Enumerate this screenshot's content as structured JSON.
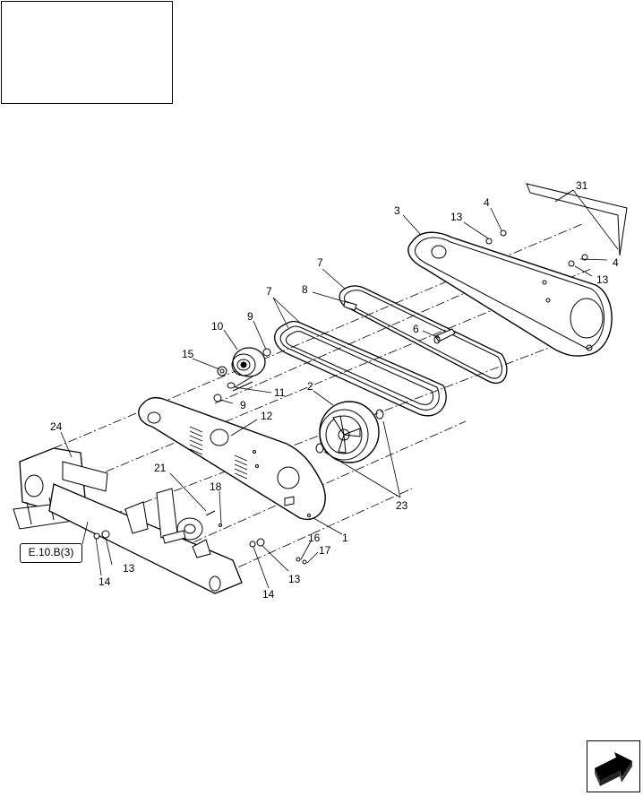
{
  "reference_tag": "E.10.B(3)",
  "callouts": {
    "c31": "31",
    "c3": "3",
    "c4a": "4",
    "c13a": "13",
    "c4b": "4",
    "c13b": "13",
    "c7a": "7",
    "c8": "8",
    "c7b": "7",
    "c6": "6",
    "c10": "10",
    "c9a": "9",
    "c15": "15",
    "c11": "11",
    "c9b": "9",
    "c2": "2",
    "c12": "12",
    "c24": "24",
    "c23": "23",
    "c21": "21",
    "c18": "18",
    "c1": "1",
    "c16": "16",
    "c17": "17",
    "c13c": "13",
    "c13d": "13",
    "c14a": "14",
    "c14b": "14"
  },
  "icons": {
    "nav": "next-page-arrow-icon"
  }
}
